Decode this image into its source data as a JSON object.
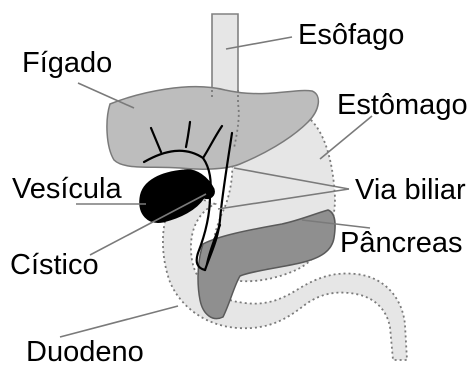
{
  "labels": {
    "esofago": "Esôfago",
    "figado": "Fígado",
    "estomago": "Estômago",
    "vesicula": "Vesícula",
    "via_biliar": "Via biliar",
    "pancreas": "Pâncreas",
    "cistico": "Cístico",
    "duodeno": "Duodeno"
  },
  "colors": {
    "liver": "#bdbdbd",
    "stomach": "#e6e6e6",
    "esophagus": "#e6e6e6",
    "pancreas": "#8f8f8f",
    "gallbladder": "#000000",
    "duodenum": "#e6e6e6",
    "outline": "#808080",
    "leader": "#7a7a7a"
  }
}
